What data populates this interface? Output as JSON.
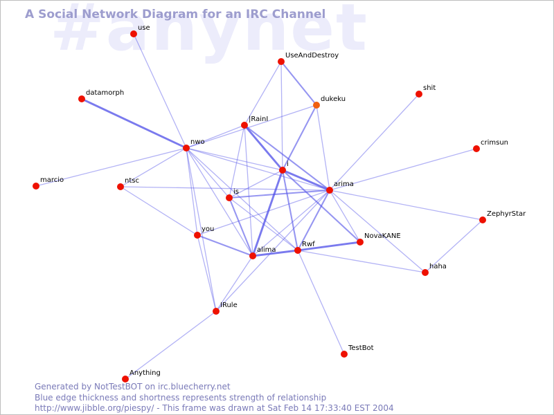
{
  "watermark": "#anynet",
  "title": "A Social Network Diagram for an IRC Channel",
  "colors": {
    "edge": "#5050e8",
    "node": "#ee1100",
    "node_highlight": "#f06010",
    "title": "#9d9dce",
    "footer": "#7a7ab8",
    "watermark": "#ececfb"
  },
  "nodes": [
    {
      "id": "use",
      "label": "use"
    },
    {
      "id": "UseAndDestroy",
      "label": "UseAndDestroy"
    },
    {
      "id": "dukeku",
      "label": "dukeku",
      "highlight": true
    },
    {
      "id": "shit",
      "label": "shit"
    },
    {
      "id": "datamorph",
      "label": "datamorph"
    },
    {
      "id": "IRainI",
      "label": "|RainI"
    },
    {
      "id": "nwo",
      "label": "nwo"
    },
    {
      "id": "crimsun",
      "label": "crimsun"
    },
    {
      "id": "i",
      "label": "i"
    },
    {
      "id": "marcio",
      "label": "marcio"
    },
    {
      "id": "ntsc",
      "label": "ntsc"
    },
    {
      "id": "arima",
      "label": "arima"
    },
    {
      "id": "is",
      "label": "is"
    },
    {
      "id": "ZephyrStar",
      "label": "ZephyrStar"
    },
    {
      "id": "you",
      "label": "you"
    },
    {
      "id": "NovaKANE",
      "label": "NovaKANE"
    },
    {
      "id": "alima",
      "label": "alima"
    },
    {
      "id": "Rwf",
      "label": "Rwf"
    },
    {
      "id": "haha",
      "label": "haha"
    },
    {
      "id": "IRule",
      "label": "IRule"
    },
    {
      "id": "TestBot",
      "label": "TestBot"
    },
    {
      "id": "Anything",
      "label": "Anything"
    }
  ],
  "edges": [
    {
      "source": "use",
      "target": "nwo",
      "weight": 1
    },
    {
      "source": "datamorph",
      "target": "nwo",
      "weight": 3
    },
    {
      "source": "marcio",
      "target": "nwo",
      "weight": 1
    },
    {
      "source": "UseAndDestroy",
      "target": "IRainI",
      "weight": 1
    },
    {
      "source": "UseAndDestroy",
      "target": "dukeku",
      "weight": 2
    },
    {
      "source": "UseAndDestroy",
      "target": "i",
      "weight": 1
    },
    {
      "source": "dukeku",
      "target": "i",
      "weight": 2
    },
    {
      "source": "dukeku",
      "target": "nwo",
      "weight": 1
    },
    {
      "source": "dukeku",
      "target": "arima",
      "weight": 1
    },
    {
      "source": "shit",
      "target": "arima",
      "weight": 1
    },
    {
      "source": "crimsun",
      "target": "arima",
      "weight": 1
    },
    {
      "source": "IRainI",
      "target": "nwo",
      "weight": 1
    },
    {
      "source": "IRainI",
      "target": "i",
      "weight": 3
    },
    {
      "source": "IRainI",
      "target": "arima",
      "weight": 2
    },
    {
      "source": "IRainI",
      "target": "is",
      "weight": 1
    },
    {
      "source": "IRainI",
      "target": "alima",
      "weight": 1
    },
    {
      "source": "nwo",
      "target": "i",
      "weight": 1
    },
    {
      "source": "nwo",
      "target": "arima",
      "weight": 1
    },
    {
      "source": "nwo",
      "target": "ntsc",
      "weight": 1
    },
    {
      "source": "nwo",
      "target": "is",
      "weight": 1
    },
    {
      "source": "nwo",
      "target": "you",
      "weight": 1
    },
    {
      "source": "nwo",
      "target": "Rwf",
      "weight": 1
    },
    {
      "source": "nwo",
      "target": "IRule",
      "weight": 1
    },
    {
      "source": "nwo",
      "target": "alima",
      "weight": 1
    },
    {
      "source": "i",
      "target": "arima",
      "weight": 3
    },
    {
      "source": "i",
      "target": "is",
      "weight": 1
    },
    {
      "source": "i",
      "target": "alima",
      "weight": 3
    },
    {
      "source": "i",
      "target": "Rwf",
      "weight": 2
    },
    {
      "source": "i",
      "target": "NovaKANE",
      "weight": 2
    },
    {
      "source": "ntsc",
      "target": "you",
      "weight": 1
    },
    {
      "source": "ntsc",
      "target": "arima",
      "weight": 1
    },
    {
      "source": "arima",
      "target": "is",
      "weight": 2
    },
    {
      "source": "arima",
      "target": "Rwf",
      "weight": 2
    },
    {
      "source": "arima",
      "target": "alima",
      "weight": 1
    },
    {
      "source": "arima",
      "target": "NovaKANE",
      "weight": 1
    },
    {
      "source": "arima",
      "target": "ZephyrStar",
      "weight": 1
    },
    {
      "source": "arima",
      "target": "haha",
      "weight": 1
    },
    {
      "source": "arima",
      "target": "IRule",
      "weight": 1
    },
    {
      "source": "arima",
      "target": "you",
      "weight": 1
    },
    {
      "source": "is",
      "target": "alima",
      "weight": 2
    },
    {
      "source": "is",
      "target": "Rwf",
      "weight": 1
    },
    {
      "source": "you",
      "target": "alima",
      "weight": 2
    },
    {
      "source": "you",
      "target": "IRule",
      "weight": 1
    },
    {
      "source": "alima",
      "target": "Rwf",
      "weight": 3
    },
    {
      "source": "Rwf",
      "target": "NovaKANE",
      "weight": 3
    },
    {
      "source": "Rwf",
      "target": "haha",
      "weight": 1
    },
    {
      "source": "Rwf",
      "target": "TestBot",
      "weight": 1
    },
    {
      "source": "ZephyrStar",
      "target": "haha",
      "weight": 1
    },
    {
      "source": "alima",
      "target": "IRule",
      "weight": 1
    },
    {
      "source": "IRule",
      "target": "Anything",
      "weight": 1
    }
  ],
  "footer": {
    "line1": "Generated by NotTestBOT on irc.bluecherry.net",
    "line2": "Blue edge thickness and shortness represents strength of relationship",
    "line3": "http://www.jibble.org/piespy/ - This frame was drawn at Sat Feb 14 17:33:40 EST 2004"
  }
}
